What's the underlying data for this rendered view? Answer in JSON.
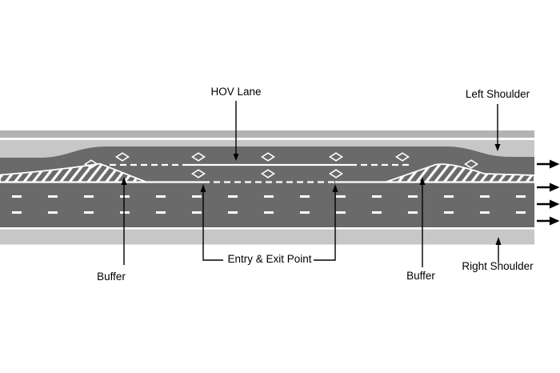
{
  "labels": {
    "hov_lane": "HOV Lane",
    "left_shoulder": "Left Shoulder",
    "entry_exit": "Entry & Exit Point",
    "buffer_left": "Buffer",
    "buffer_right": "Buffer",
    "right_shoulder": "Right Shoulder"
  },
  "colors": {
    "road": "#6a6a6a",
    "shoulder": "#c7c7c7",
    "outer_strip": "#b3b3b3",
    "marking": "#ffffff",
    "annotation": "#000000",
    "background": "#ffffff"
  },
  "road_facts": {
    "hov_diamond_marking_count": 10,
    "general_purpose_lane_count": 3,
    "traffic_direction_arrow_count": 4,
    "buffer_zone_count": 2,
    "entry_exit_opening_count": 1
  }
}
